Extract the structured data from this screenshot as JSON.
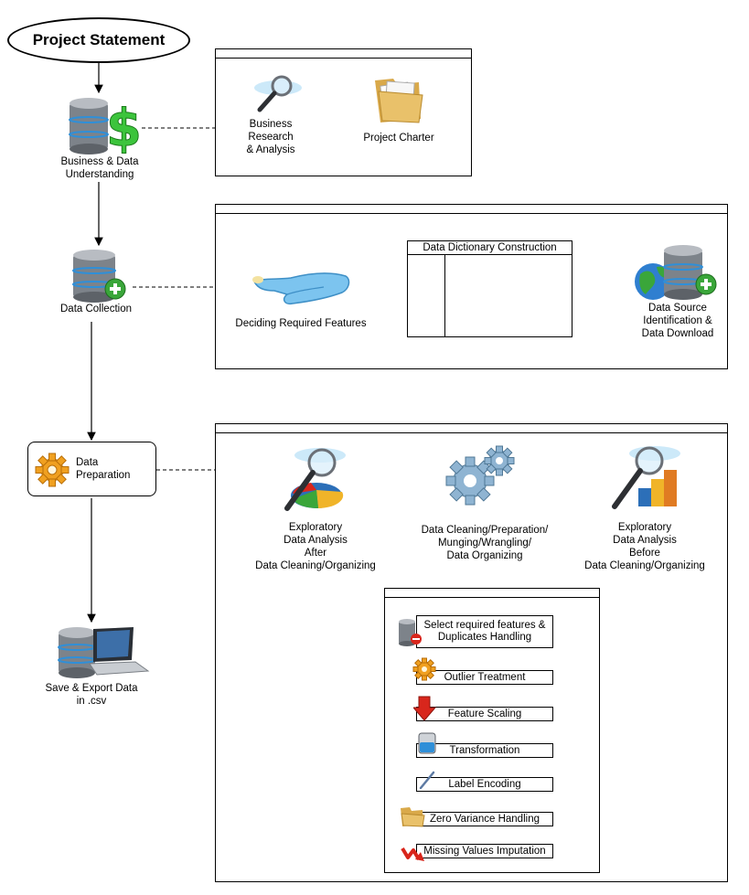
{
  "project_statement": "Project Statement",
  "main_flow": {
    "business_understanding": [
      "Business & Data",
      "Understanding"
    ],
    "data_collection": "Data Collection",
    "data_preparation": [
      "Data",
      "Preparation"
    ],
    "save_export": [
      "Save & Export Data",
      "in .csv"
    ]
  },
  "panel_business": {
    "research": [
      "Business",
      "Research",
      "& Analysis"
    ],
    "charter": "Project Charter"
  },
  "panel_collection": {
    "deciding_features": "Deciding Required Features",
    "dictionary_title": "Data Dictionary Construction",
    "data_source": [
      "Data Source",
      "Identification &",
      "Data Download"
    ]
  },
  "panel_preparation": {
    "eda_after": [
      "Exploratory",
      "Data Analysis",
      "After",
      "Data Cleaning/Organizing"
    ],
    "cleaning": [
      "Data Cleaning/Preparation/",
      "Munging/Wrangling/",
      "Data Organizing"
    ],
    "eda_before": [
      "Exploratory",
      "Data Analysis",
      "Before",
      "Data Cleaning/Organizing"
    ]
  },
  "cleaning_steps": {
    "select_features": [
      "Select required features &",
      "Duplicates Handling"
    ],
    "outlier": "Outlier Treatment",
    "scaling": "Feature Scaling",
    "transformation": "Transformation",
    "label_encoding": "Label Encoding",
    "zero_variance": "Zero Variance Handling",
    "missing_values": "Missing Values Imputation"
  },
  "icons": {
    "database": "database-icon",
    "dollar": "dollar-icon",
    "magnifier": "magnifier-icon",
    "folder": "folder-icon",
    "hand": "hand-icon",
    "globe": "globe-icon",
    "gear": "gear-icon",
    "laptop": "laptop-icon",
    "pie_chart": "pie-chart-icon",
    "bar_chart": "bar-chart-icon"
  },
  "colors": {
    "green_plus": "#3aa63a",
    "database_gray": "#8a8f96",
    "database_blue_ring": "#2f8fd8",
    "gear_orange": "#f0a020",
    "gear_blue": "#7fa8c8",
    "folder_tan": "#e9c16a",
    "arrow_red": "#d8261c"
  }
}
